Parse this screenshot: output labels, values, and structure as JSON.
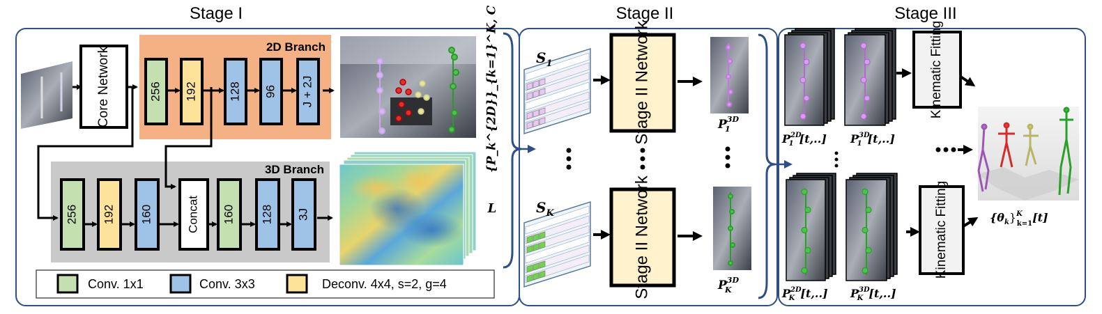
{
  "stages": {
    "stage1": "Stage I",
    "stage2": "Stage II",
    "stage3": "Stage III"
  },
  "stage1": {
    "core_network": "Core Network",
    "branch2d": {
      "title": "2D Branch",
      "layers": [
        "256",
        "192",
        "128",
        "96",
        "J + 2J"
      ],
      "layer_types": [
        "conv1x1",
        "deconv",
        "conv3x3",
        "conv3x3",
        "conv3x3"
      ]
    },
    "branch3d": {
      "title": "3D Branch",
      "layers": [
        "256",
        "192",
        "160",
        "Concat",
        "160",
        "128",
        "3J"
      ],
      "layer_types": [
        "conv1x1",
        "deconv",
        "conv3x3",
        "concat",
        "conv1x1",
        "conv3x3",
        "conv3x3"
      ]
    },
    "output_2d_label": "{P_k^{2D}}_{k=1}^K, C",
    "output_map_label": "L",
    "legend": [
      {
        "type": "conv1x1",
        "label": "Conv. 1x1"
      },
      {
        "type": "conv3x3",
        "label": "Conv. 3x3"
      },
      {
        "type": "deconv",
        "label": "Deconv. 4x4, s=2, g=4"
      }
    ]
  },
  "stage2": {
    "s1_label": "S",
    "s1_sub": "1",
    "sk_label": "S",
    "sk_sub": "K",
    "network_label": "Stage II Network",
    "p1_label": "P",
    "p1_sub": "1",
    "p1_sup": "3D",
    "pk_label": "P",
    "pk_sub": "K",
    "pk_sup": "3D"
  },
  "stage3": {
    "fitting_label": "Kinematic Fitting",
    "p1_2d": "P",
    "p1_2d_sub": "1",
    "p1_2d_sup": "2D",
    "p1_3d": "P",
    "p1_3d_sub": "1",
    "p1_3d_sup": "3D",
    "pk_2d": "P",
    "pk_2d_sub": "K",
    "pk_2d_sup": "2D",
    "pk_3d": "P",
    "pk_3d_sub": "K",
    "pk_3d_sup": "3D",
    "time_arg": "[t,..]",
    "theta_label": "{θ",
    "theta_sub": "k",
    "theta_rest": "}",
    "theta_sup": "K",
    "theta_sub2": "k=1",
    "theta_time": "[t]"
  },
  "colors": {
    "conv1x1": "#c4dfb0",
    "conv3x3": "#9ec3e6",
    "deconv": "#fde39a",
    "concat": "#ffffff",
    "branch2d_bg": "#f4b183",
    "branch3d_bg": "#c9c9c9",
    "frame": "#2e4f86",
    "stage2_box": "#fff2cc",
    "fit_box": "#f2f2f2",
    "s1_cells": "#e6c8f2",
    "sk_cells": "#70d44a"
  }
}
